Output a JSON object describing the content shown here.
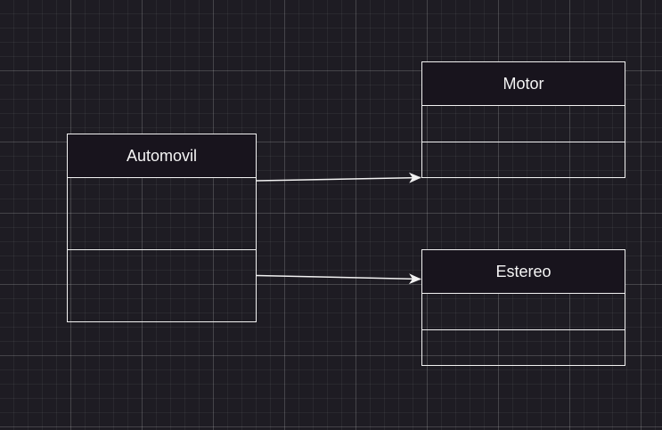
{
  "classes": {
    "automovil": {
      "name": "Automovil"
    },
    "motor": {
      "name": "Motor"
    },
    "estereo": {
      "name": "Estereo"
    }
  },
  "associations": [
    {
      "from": "Automovil",
      "to": "Motor",
      "arrow": "open-triangle"
    },
    {
      "from": "Automovil",
      "to": "Estereo",
      "arrow": "open-triangle"
    }
  ],
  "colors": {
    "canvas_background": "#1e1c23",
    "header_fill": "#18141d",
    "stroke": "#f2f2f2",
    "text": "#f5f5f5"
  }
}
